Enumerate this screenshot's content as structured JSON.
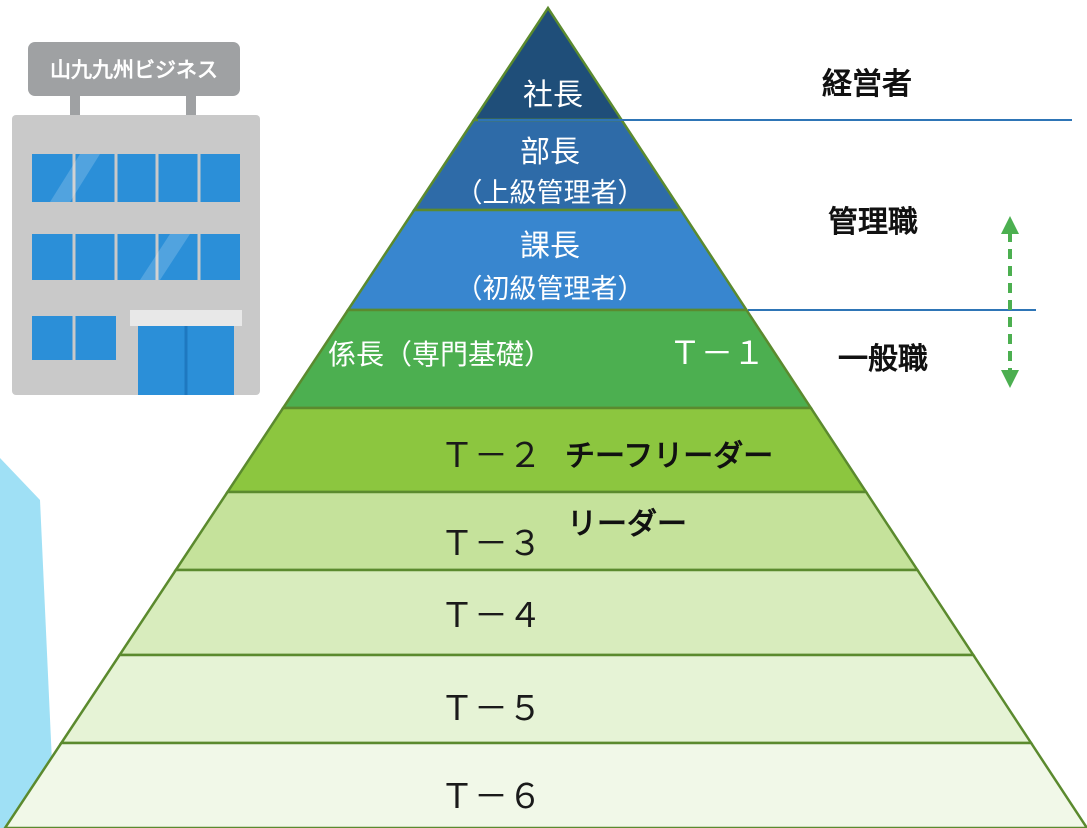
{
  "building": {
    "sign_text": "山九九州ビジネス",
    "colors": {
      "wall": "#c9c9c9",
      "sign": "#9fa1a3",
      "window": "#2b8fd8",
      "window_dark": "#1e78c0",
      "door": "#2b8fd8"
    }
  },
  "pyramid": {
    "tiers": [
      {
        "id": "shacho",
        "line1": "社長",
        "line2": "",
        "color": "#1f4e79"
      },
      {
        "id": "bucho",
        "line1": "部長",
        "line2": "（上級管理者）",
        "color": "#2e6ba8"
      },
      {
        "id": "kacho",
        "line1": "課長",
        "line2": "（初級管理者）",
        "color": "#3886cf"
      },
      {
        "id": "t1",
        "line1": "係長（専門基礎）",
        "line2": "Ｔ－１",
        "color": "#4caf50"
      },
      {
        "id": "t2",
        "line1": "Ｔ－２",
        "line2": "",
        "color": "#8cc63f"
      },
      {
        "id": "t3",
        "line1": "Ｔ－３",
        "line2": "",
        "color": "#c5e29b"
      },
      {
        "id": "t4",
        "line1": "Ｔ－４",
        "line2": "",
        "color": "#d8ecbd"
      },
      {
        "id": "t5",
        "line1": "Ｔ－５",
        "line2": "",
        "color": "#e6f3d6"
      },
      {
        "id": "t6",
        "line1": "Ｔ－６",
        "line2": "",
        "color": "#f1f8e8"
      }
    ],
    "border_color": "#5b8a2e"
  },
  "roles": {
    "team_leader": "チーフリーダー",
    "leader": "リーダー"
  },
  "categories": [
    {
      "id": "executive",
      "label": "経営者"
    },
    {
      "id": "management",
      "label": "管理職"
    },
    {
      "id": "general",
      "label": "一般職"
    }
  ],
  "colors": {
    "divider": "#2e75b6",
    "arrow": "#4caf50",
    "accent": "#7fd6f2"
  }
}
